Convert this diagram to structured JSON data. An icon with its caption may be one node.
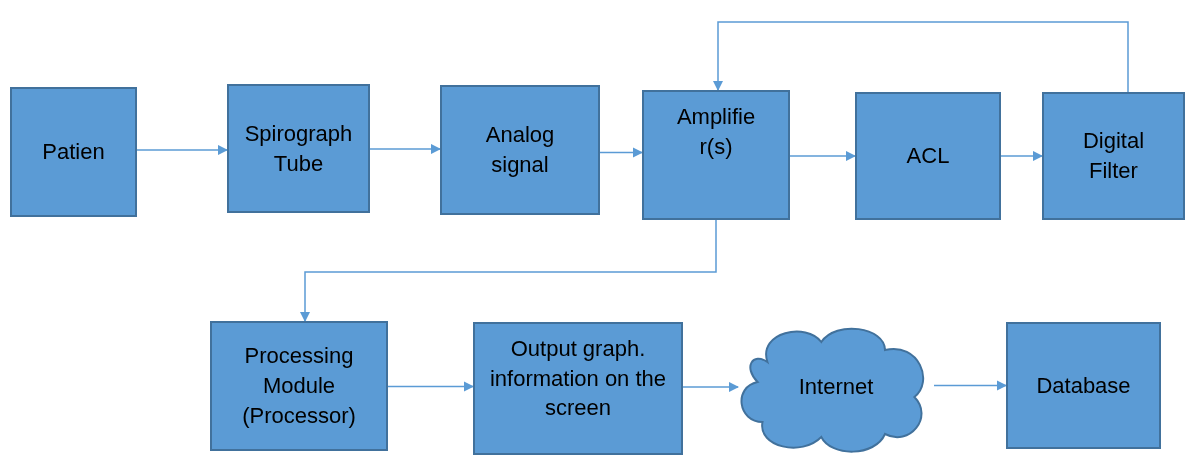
{
  "diagram": {
    "nodes": [
      {
        "text": [
          "Patien"
        ]
      },
      {
        "text": [
          "Spirograph Tube"
        ]
      },
      {
        "text": [
          "Analog signal"
        ]
      },
      {
        "text": [
          "Amplifie r(s)"
        ]
      },
      {
        "text": [
          "ACL"
        ]
      },
      {
        "text": [
          "Digital Filter"
        ]
      },
      {
        "text": [
          "Processing Module (Processor)"
        ]
      },
      {
        "text": [
          "Output graph. information on the screen"
        ]
      },
      {
        "text": [
          "Internet"
        ]
      },
      {
        "text": [
          "Database"
        ]
      }
    ],
    "edges": [
      {
        "from": 0,
        "to": 1,
        "arrow": "to"
      },
      {
        "from": 1,
        "to": 2,
        "arrow": "to"
      },
      {
        "from": 2,
        "to": 3,
        "arrow": "to"
      },
      {
        "from": 3,
        "to": 4,
        "arrow": "to"
      },
      {
        "from": 4,
        "to": 5,
        "arrow": "to"
      },
      {
        "from": 5,
        "to": 3,
        "arrow": "to"
      },
      {
        "from": 3,
        "to": 6,
        "arrow": "to"
      },
      {
        "from": 6,
        "to": 7,
        "arrow": "to"
      },
      {
        "from": 7,
        "to": 8,
        "arrow": "to"
      },
      {
        "from": 8,
        "to": 9,
        "arrow": "to"
      }
    ]
  }
}
